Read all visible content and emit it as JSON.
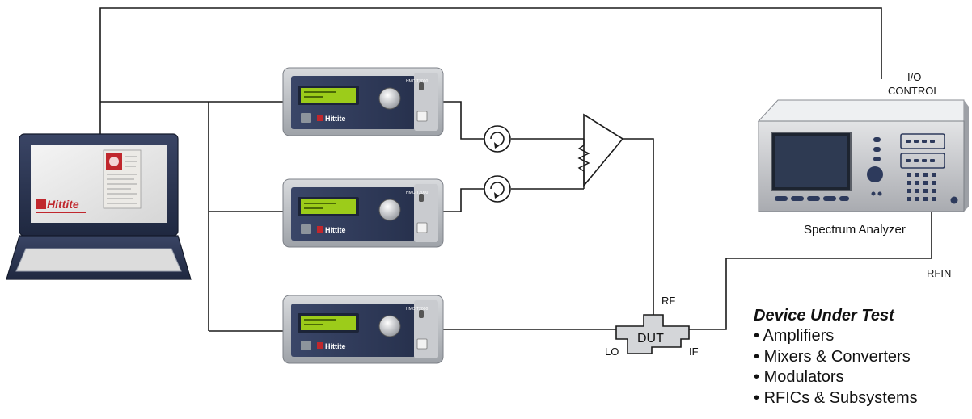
{
  "laptop": {
    "screen_logo": "Hittite"
  },
  "generators": [
    {
      "brand": "Hittite",
      "model": "HMC-T2000"
    },
    {
      "brand": "Hittite",
      "model": "HMC-T2000"
    },
    {
      "brand": "Hittite",
      "model": "HMC-T2000"
    }
  ],
  "analyzer": {
    "control_label_1": "I/O",
    "control_label_2": "CONTROL",
    "name": "Spectrum Analyzer",
    "input_label": "RFIN"
  },
  "dut": {
    "label": "DUT",
    "port_rf": "RF",
    "port_lo": "LO",
    "port_if": "IF"
  },
  "device_under_test": {
    "title": "Device Under Test",
    "items": [
      "Amplifiers",
      "Mixers & Converters",
      "Modulators",
      "RFICs & Subsystems"
    ]
  },
  "colors": {
    "line": "#1a1a1a",
    "device_body": "#b9bcc2",
    "device_panel": "#2d3a5c",
    "lcd": "#9ccc1a",
    "laptop_body": "#2a3450",
    "accent_red": "#c0272d"
  }
}
